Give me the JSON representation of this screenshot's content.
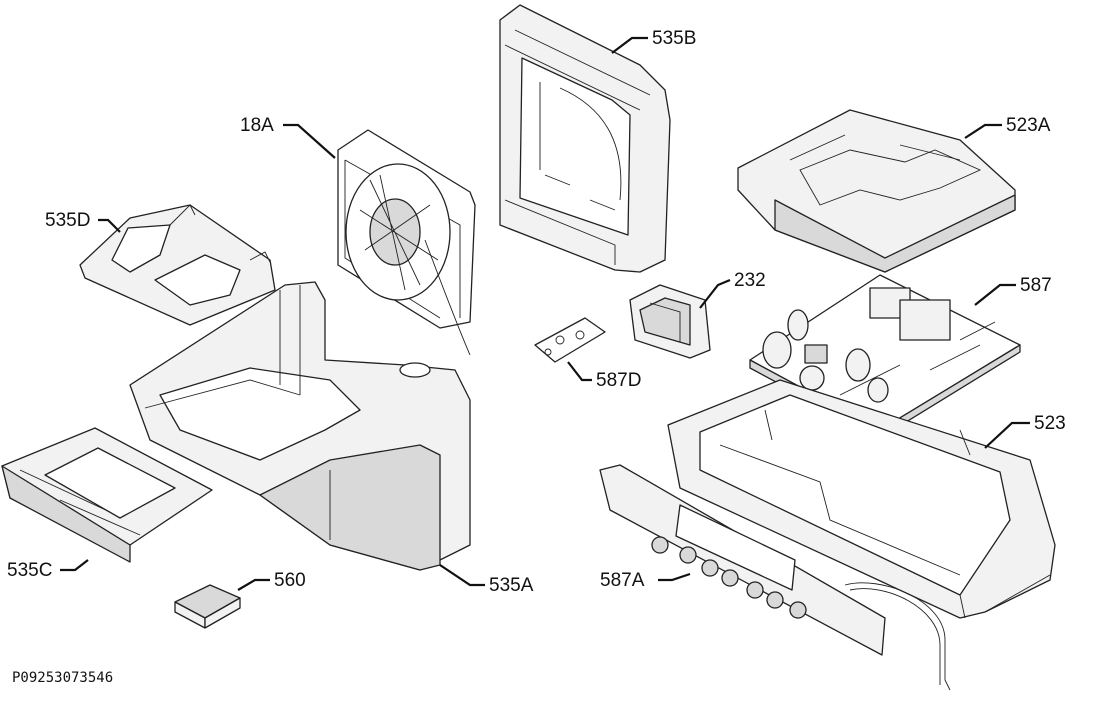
{
  "figure": {
    "reference_code": "P09253073546"
  },
  "callouts": {
    "c535B": "535B",
    "c18A": "18A",
    "c523A": "523A",
    "c535D": "535D",
    "c232": "232",
    "c587": "587",
    "c587D": "587D",
    "c523": "523",
    "c535C": "535C",
    "c560": "560",
    "c535A": "535A",
    "c587A": "587A"
  }
}
